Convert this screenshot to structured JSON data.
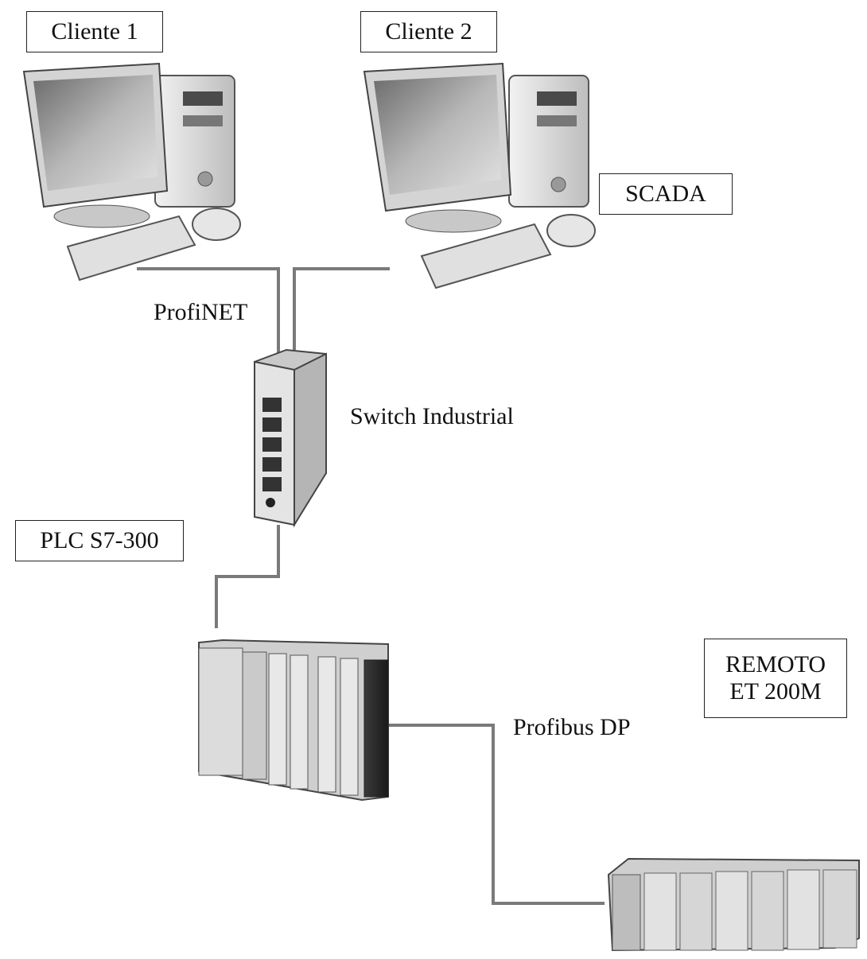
{
  "diagram": {
    "labels": {
      "client1": "Cliente 1",
      "client2": "Cliente 2",
      "scada": "SCADA",
      "profinet": "ProfiNET",
      "switch": "Switch Industrial",
      "plc": "PLC S7-300",
      "remote_line1": "REMOTO",
      "remote_line2": "ET 200M",
      "profibus": "Profibus DP"
    },
    "colors": {
      "cable": "#7a7a7a",
      "outline": "#222222",
      "screen": "#a9a9a9",
      "metal": "#d8d8d8",
      "module": "#cfcfcf"
    }
  }
}
